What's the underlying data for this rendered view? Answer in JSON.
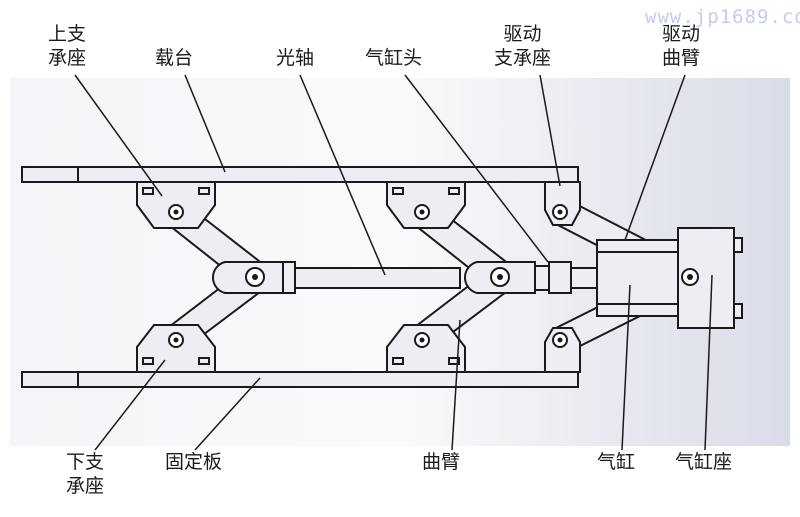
{
  "watermark": "www.jp1689.com",
  "labels": {
    "upper_support": [
      "上支",
      "承座"
    ],
    "stage": "载台",
    "optical_shaft": "光轴",
    "cylinder_head": "气缸头",
    "drive_support": [
      "驱动",
      "支承座"
    ],
    "drive_arm": [
      "驱动",
      "曲臂"
    ],
    "lower_support": [
      "下支",
      "承座"
    ],
    "fixed_plate": "固定板",
    "crank_arm": "曲臂",
    "cylinder": "气缸",
    "cylinder_seat": "气缸座"
  },
  "colors": {
    "line": "#1a1a1a",
    "part_fill": "#e6e8ee",
    "bg_from": "#ffffff",
    "bg_to": "#d8dbe6"
  }
}
